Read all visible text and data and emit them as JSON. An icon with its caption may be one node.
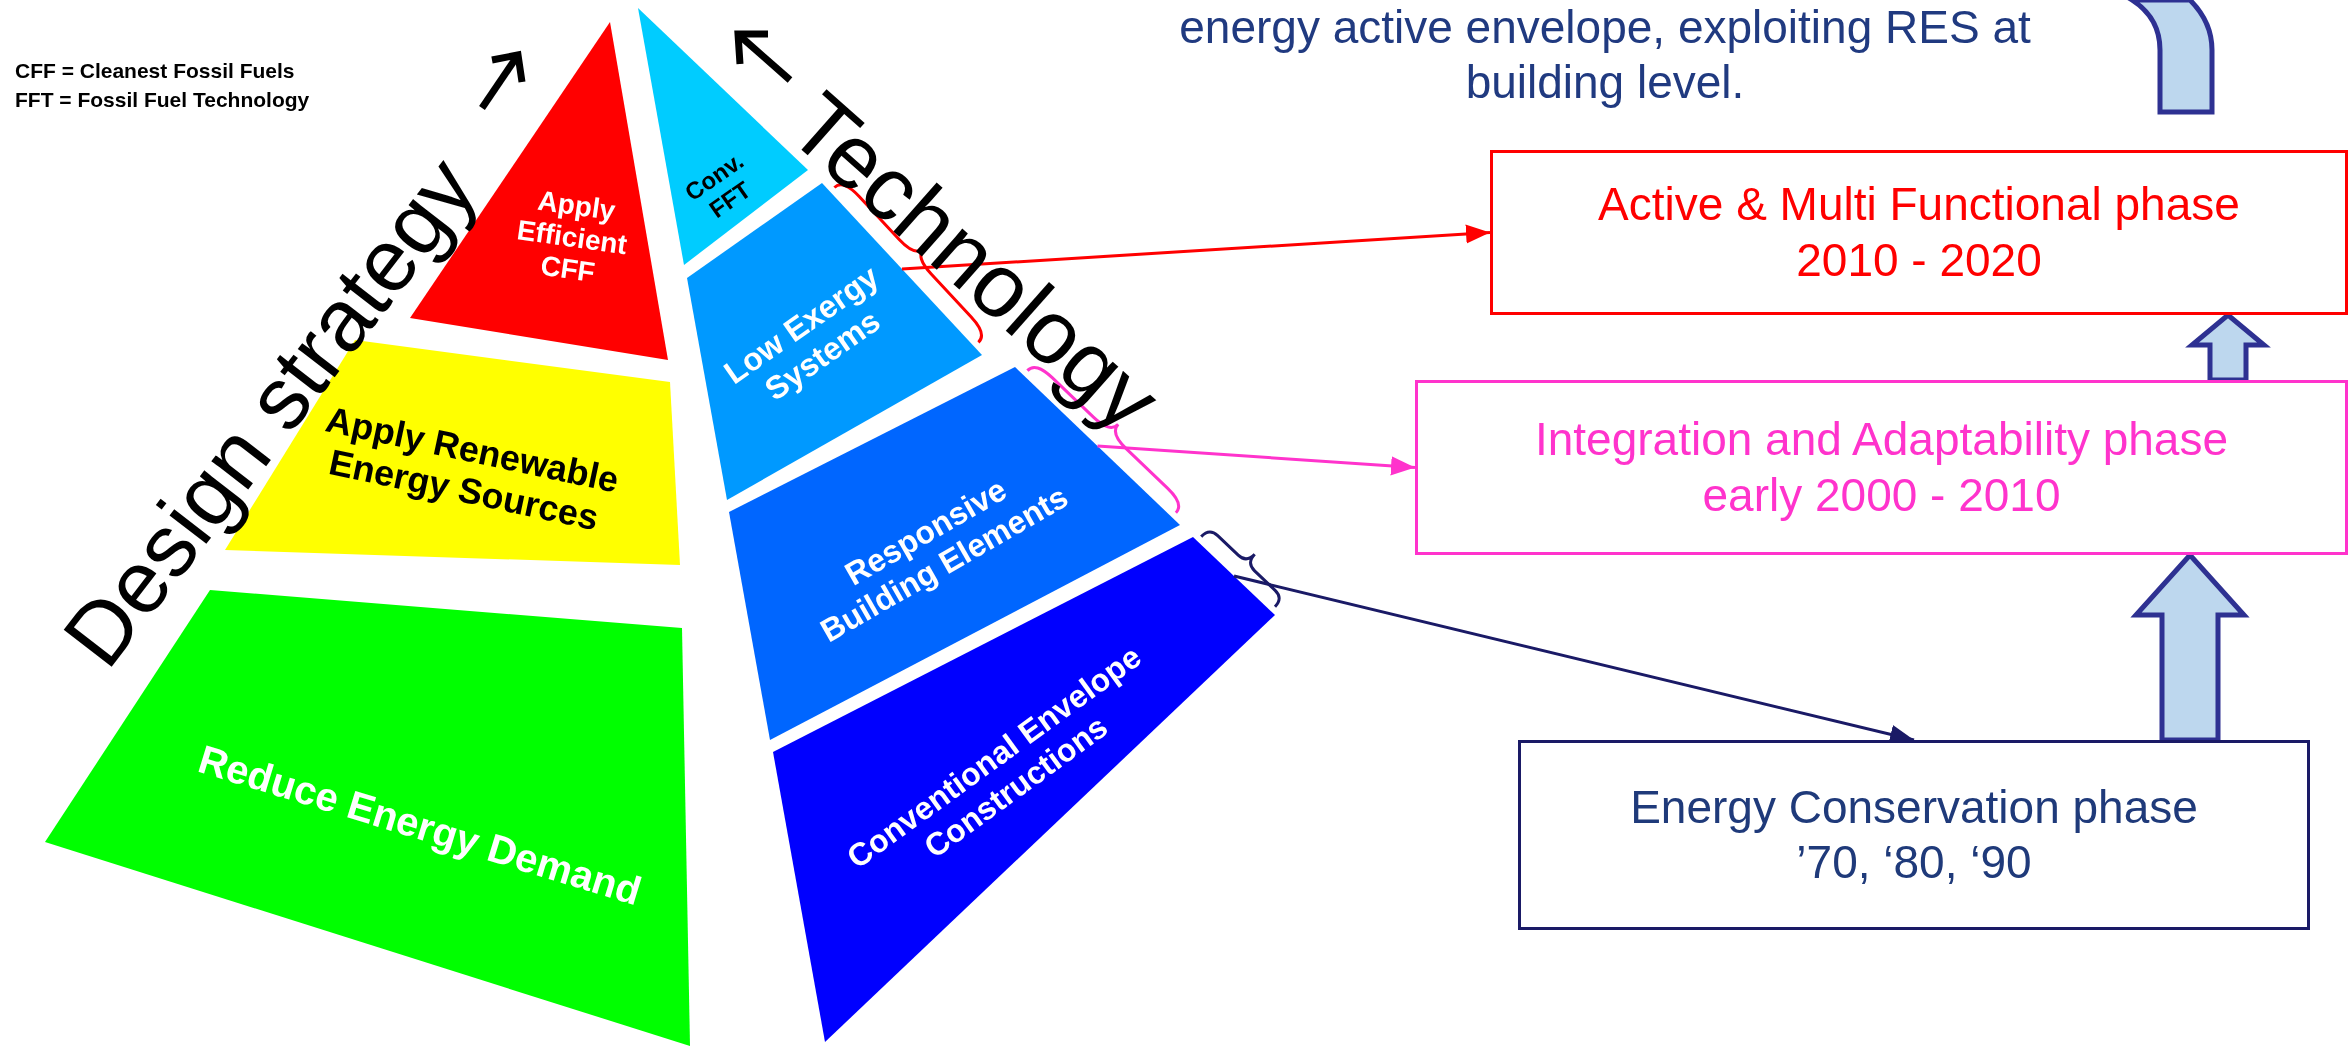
{
  "diagram": {
    "nodes": [
      {
        "text": [
          "Apply Efficient CFF"
        ]
      },
      {
        "text": [
          "Apply Renewable Energy Sources"
        ]
      },
      {
        "text": [
          "Reduce Energy Demand"
        ]
      },
      {
        "text": [
          "Conv. FFT"
        ]
      },
      {
        "text": [
          "Low Exergy Systems"
        ]
      },
      {
        "text": [
          "Responsive Building Elements"
        ]
      },
      {
        "text": [
          "Conventional Envelope Constructions"
        ]
      },
      {
        "text": [
          "Active & Multi Functional phase",
          "2010 - 2020"
        ]
      },
      {
        "text": [
          "Integration and Adaptability phase",
          "early 2000 - 2010"
        ]
      },
      {
        "text": [
          "Energy Conservation phase",
          "’70, ‘80, ‘90"
        ]
      }
    ],
    "edges": [
      {
        "from": 4,
        "to": 7,
        "arrow": "to",
        "color": "#ff0000"
      },
      {
        "from": 5,
        "to": 8,
        "arrow": "to",
        "color": "#ff33cc"
      },
      {
        "from": 6,
        "to": 9,
        "arrow": "to",
        "color": "#1a1a66"
      },
      {
        "from": 9,
        "to": 8,
        "arrow": "to",
        "style": "thick",
        "color": "#2e3192"
      },
      {
        "from": 8,
        "to": 7,
        "arrow": "to",
        "style": "thick",
        "color": "#2e3192"
      }
    ],
    "labels": [
      "CFF = Cleanest Fossil Fuels",
      "FFT = Fossil Fuel Technology",
      "Design strategy",
      "Technology",
      "energy active envelope, exploiting RES at building level."
    ]
  }
}
